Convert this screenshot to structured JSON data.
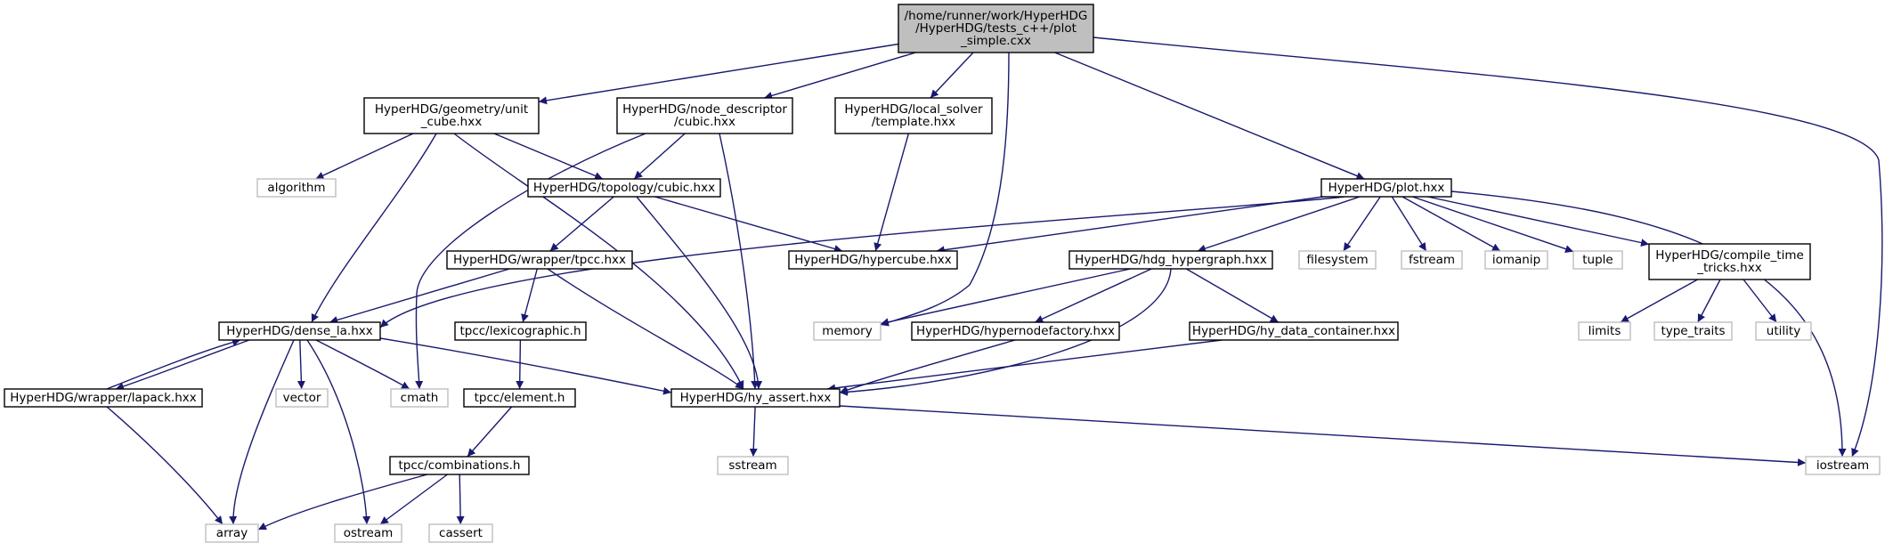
{
  "diagram": {
    "type": "include-dependency-graph",
    "colors": {
      "edge": "#191970",
      "node_border": "#000000",
      "external_border": "#bfbfbf",
      "root_fill": "#bfbfbf",
      "node_fill": "#ffffff",
      "text": "#000000"
    },
    "nodes": [
      {
        "id": "root",
        "lines": [
          "/home/runner/work/HyperHDG",
          "/HyperHDG/tests_c++/plot",
          "_simple.cxx"
        ],
        "kind": "root"
      },
      {
        "id": "unit_cube",
        "lines": [
          "HyperHDG/geometry/unit",
          "_cube.hxx"
        ],
        "kind": "internal"
      },
      {
        "id": "node_desc_cubic",
        "lines": [
          "HyperHDG/node_descriptor",
          "/cubic.hxx"
        ],
        "kind": "internal"
      },
      {
        "id": "local_solver_template",
        "lines": [
          "HyperHDG/local_solver",
          "/template.hxx"
        ],
        "kind": "internal"
      },
      {
        "id": "plot",
        "lines": [
          "HyperHDG/plot.hxx"
        ],
        "kind": "internal"
      },
      {
        "id": "iostream",
        "lines": [
          "iostream"
        ],
        "kind": "external"
      },
      {
        "id": "algorithm",
        "lines": [
          "algorithm"
        ],
        "kind": "external"
      },
      {
        "id": "topology_cubic",
        "lines": [
          "HyperHDG/topology/cubic.hxx"
        ],
        "kind": "internal"
      },
      {
        "id": "hypercube",
        "lines": [
          "HyperHDG/hypercube.hxx"
        ],
        "kind": "internal"
      },
      {
        "id": "hdg_hypergraph",
        "lines": [
          "HyperHDG/hdg_hypergraph.hxx"
        ],
        "kind": "internal"
      },
      {
        "id": "filesystem",
        "lines": [
          "filesystem"
        ],
        "kind": "external"
      },
      {
        "id": "fstream",
        "lines": [
          "fstream"
        ],
        "kind": "external"
      },
      {
        "id": "iomanip",
        "lines": [
          "iomanip"
        ],
        "kind": "external"
      },
      {
        "id": "tuple",
        "lines": [
          "tuple"
        ],
        "kind": "external"
      },
      {
        "id": "compile_time_tricks",
        "lines": [
          "HyperHDG/compile_time",
          "_tricks.hxx"
        ],
        "kind": "internal"
      },
      {
        "id": "wrapper_tpcc",
        "lines": [
          "HyperHDG/wrapper/tpcc.hxx"
        ],
        "kind": "internal"
      },
      {
        "id": "dense_la",
        "lines": [
          "HyperHDG/dense_la.hxx"
        ],
        "kind": "internal"
      },
      {
        "id": "lexicographic",
        "lines": [
          "tpcc/lexicographic.h"
        ],
        "kind": "internal"
      },
      {
        "id": "memory",
        "lines": [
          "memory"
        ],
        "kind": "external"
      },
      {
        "id": "hypernodefactory",
        "lines": [
          "HyperHDG/hypernodefactory.hxx"
        ],
        "kind": "internal"
      },
      {
        "id": "hy_data_container",
        "lines": [
          "HyperHDG/hy_data_container.hxx"
        ],
        "kind": "internal"
      },
      {
        "id": "limits",
        "lines": [
          "limits"
        ],
        "kind": "external"
      },
      {
        "id": "type_traits",
        "lines": [
          "type_traits"
        ],
        "kind": "external"
      },
      {
        "id": "utility",
        "lines": [
          "utility"
        ],
        "kind": "external"
      },
      {
        "id": "wrapper_lapack",
        "lines": [
          "HyperHDG/wrapper/lapack.hxx"
        ],
        "kind": "internal"
      },
      {
        "id": "vector",
        "lines": [
          "vector"
        ],
        "kind": "external"
      },
      {
        "id": "cmath",
        "lines": [
          "cmath"
        ],
        "kind": "external"
      },
      {
        "id": "element",
        "lines": [
          "tpcc/element.h"
        ],
        "kind": "internal"
      },
      {
        "id": "hy_assert",
        "lines": [
          "HyperHDG/hy_assert.hxx"
        ],
        "kind": "internal"
      },
      {
        "id": "combinations",
        "lines": [
          "tpcc/combinations.h"
        ],
        "kind": "internal"
      },
      {
        "id": "sstream",
        "lines": [
          "sstream"
        ],
        "kind": "external"
      },
      {
        "id": "array",
        "lines": [
          "array"
        ],
        "kind": "external"
      },
      {
        "id": "ostream",
        "lines": [
          "ostream"
        ],
        "kind": "external"
      },
      {
        "id": "cassert",
        "lines": [
          "cassert"
        ],
        "kind": "external"
      }
    ],
    "edges": [
      [
        "root",
        "unit_cube"
      ],
      [
        "root",
        "node_desc_cubic"
      ],
      [
        "root",
        "local_solver_template"
      ],
      [
        "root",
        "plot"
      ],
      [
        "root",
        "iostream"
      ],
      [
        "root",
        "memory"
      ],
      [
        "unit_cube",
        "algorithm"
      ],
      [
        "unit_cube",
        "topology_cubic"
      ],
      [
        "unit_cube",
        "dense_la"
      ],
      [
        "unit_cube",
        "hy_assert"
      ],
      [
        "node_desc_cubic",
        "topology_cubic"
      ],
      [
        "node_desc_cubic",
        "cmath"
      ],
      [
        "node_desc_cubic",
        "hy_assert"
      ],
      [
        "local_solver_template",
        "hypercube"
      ],
      [
        "plot",
        "hypercube"
      ],
      [
        "plot",
        "dense_la"
      ],
      [
        "plot",
        "hdg_hypergraph"
      ],
      [
        "plot",
        "filesystem"
      ],
      [
        "plot",
        "fstream"
      ],
      [
        "plot",
        "iomanip"
      ],
      [
        "plot",
        "tuple"
      ],
      [
        "plot",
        "compile_time_tricks"
      ],
      [
        "plot",
        "iostream"
      ],
      [
        "topology_cubic",
        "wrapper_tpcc"
      ],
      [
        "topology_cubic",
        "hypercube"
      ],
      [
        "topology_cubic",
        "hy_assert"
      ],
      [
        "hdg_hypergraph",
        "memory"
      ],
      [
        "hdg_hypergraph",
        "hypernodefactory"
      ],
      [
        "hdg_hypergraph",
        "hy_data_container"
      ],
      [
        "hdg_hypergraph",
        "hy_assert"
      ],
      [
        "compile_time_tricks",
        "limits"
      ],
      [
        "compile_time_tricks",
        "type_traits"
      ],
      [
        "compile_time_tricks",
        "utility"
      ],
      [
        "wrapper_tpcc",
        "dense_la"
      ],
      [
        "wrapper_tpcc",
        "lexicographic"
      ],
      [
        "wrapper_tpcc",
        "hy_assert"
      ],
      [
        "dense_la",
        "wrapper_lapack"
      ],
      [
        "dense_la",
        "vector"
      ],
      [
        "dense_la",
        "cmath"
      ],
      [
        "dense_la",
        "array"
      ],
      [
        "dense_la",
        "ostream"
      ],
      [
        "dense_la",
        "hy_assert"
      ],
      [
        "wrapper_lapack",
        "dense_la"
      ],
      [
        "wrapper_lapack",
        "array"
      ],
      [
        "lexicographic",
        "element"
      ],
      [
        "element",
        "combinations"
      ],
      [
        "combinations",
        "array"
      ],
      [
        "combinations",
        "ostream"
      ],
      [
        "combinations",
        "cassert"
      ],
      [
        "hypernodefactory",
        "hy_assert"
      ],
      [
        "hy_data_container",
        "hy_assert"
      ],
      [
        "hy_assert",
        "sstream"
      ],
      [
        "hy_assert",
        "iostream"
      ]
    ]
  }
}
